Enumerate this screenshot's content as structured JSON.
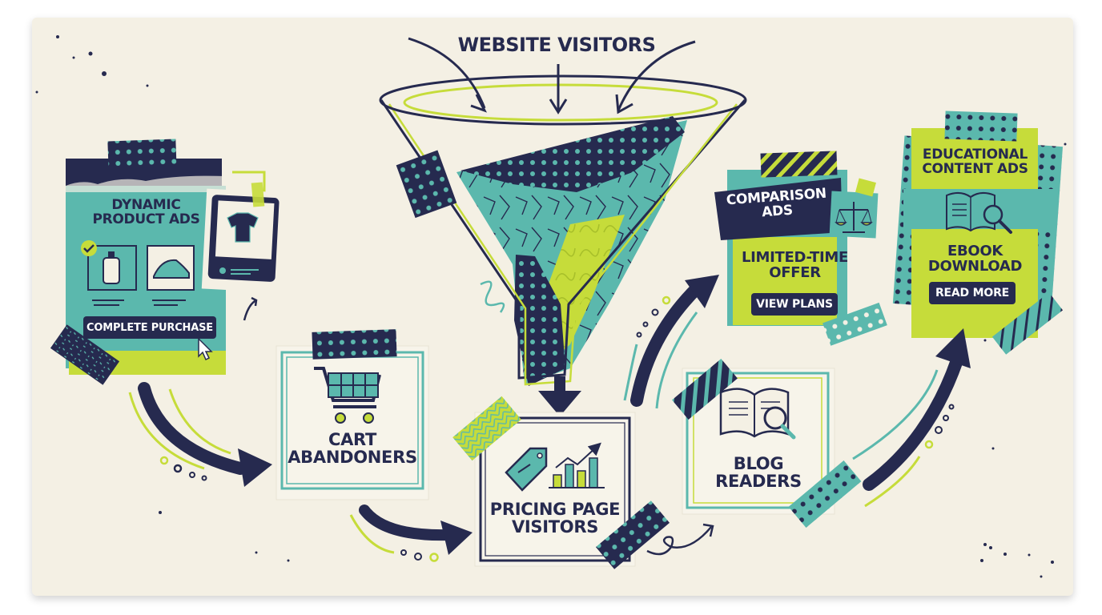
{
  "diagram": {
    "title": "WEBSITE VISITORS",
    "colors": {
      "navy": "#262a4f",
      "teal": "#5bb8ad",
      "lime": "#c6dc3a",
      "paper": "#f4f0e4"
    },
    "funnel": {
      "label": "WEBSITE VISITORS",
      "icon": "funnel-icon"
    },
    "segments": [
      {
        "id": "cart",
        "label_line1": "CART",
        "label_line2": "ABANDONERS",
        "icon": "shopping-cart-icon"
      },
      {
        "id": "pricing",
        "label_line1": "PRICING PAGE",
        "label_line2": "VISITORS",
        "icon": "price-tag-chart-icon"
      },
      {
        "id": "blog",
        "label_line1": "BLOG",
        "label_line2": "READERS",
        "icon": "book-magnifier-icon"
      }
    ],
    "ads": {
      "dynamic": {
        "title_line1": "DYNAMIC",
        "title_line2": "PRODUCT ADS",
        "button": "COMPLETE PURCHASE",
        "icons": [
          "checkmark-icon",
          "soap-bottle-icon",
          "sneaker-icon",
          "tshirt-icon",
          "cursor-icon"
        ]
      },
      "comparison": {
        "title_line1": "COMPARISON",
        "title_line2": "ADS",
        "offer_line1": "LIMITED-TIME",
        "offer_line2": "OFFER",
        "button": "VIEW PLANS",
        "icon": "scales-icon"
      },
      "educational": {
        "title_line1": "EDUCATIONAL",
        "title_line2": "CONTENT ADS",
        "offer_line1": "EBOOK",
        "offer_line2": "DOWNLOAD",
        "button": "READ MORE",
        "icon": "book-magnifier-icon"
      }
    },
    "flows": [
      {
        "from": "website-visitors",
        "to": "funnel"
      },
      {
        "from": "funnel",
        "to": "pricing-page-visitors"
      },
      {
        "from": "dynamic-product-ads",
        "to": "cart-abandoners"
      },
      {
        "from": "cart-abandoners",
        "to": "pricing-page-visitors"
      },
      {
        "from": "pricing-page-visitors",
        "to": "blog-readers"
      },
      {
        "from": "pricing-page-visitors",
        "to": "comparison-ads"
      },
      {
        "from": "blog-readers",
        "to": "educational-content-ads"
      }
    ]
  }
}
